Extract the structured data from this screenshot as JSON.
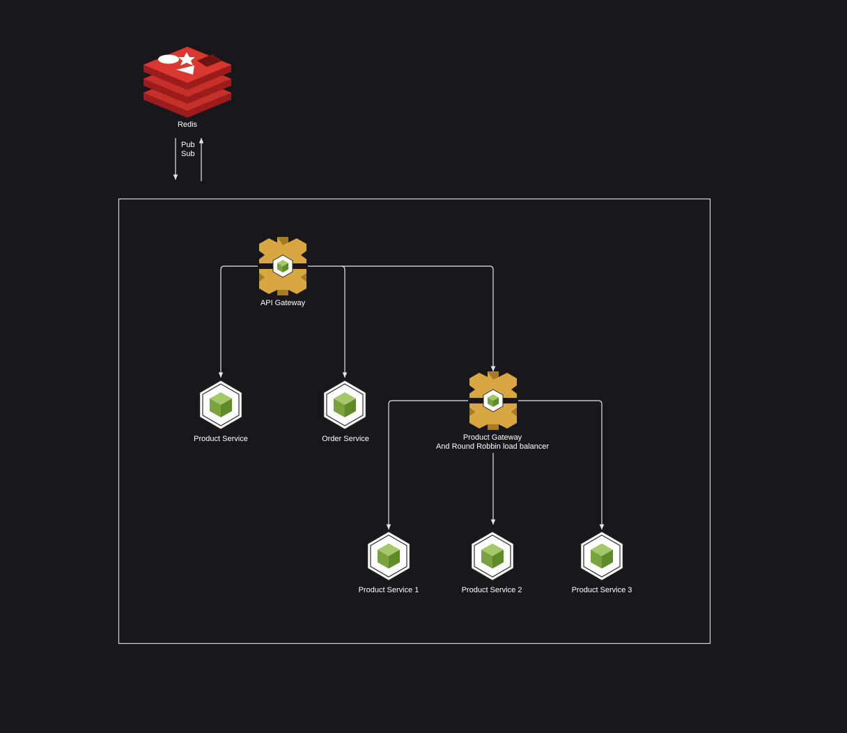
{
  "colors": {
    "background": "#18171c",
    "edge": "#e6e6e6",
    "redis_red": "#c6302b",
    "gateway_gold": "#d9a741",
    "node_green": "#7aa33e"
  },
  "redis": {
    "label": "Redis",
    "icon": "redis-logo-icon"
  },
  "pubsub": {
    "line1": "Pub",
    "line2": "Sub"
  },
  "api_gateway": {
    "label": "API Gateway",
    "icon": "api-gateway-icon"
  },
  "services": {
    "product": {
      "label": "Product Service",
      "icon": "node-service-icon"
    },
    "order": {
      "label": "Order Service",
      "icon": "node-service-icon"
    }
  },
  "product_gateway": {
    "line1": "Product Gateway",
    "line2": "And Round Robbin load balancer",
    "icon": "api-gateway-icon"
  },
  "replicas": [
    {
      "label": "Product Service 1",
      "icon": "node-service-icon"
    },
    {
      "label": "Product Service 2",
      "icon": "node-service-icon"
    },
    {
      "label": "Product Service 3",
      "icon": "node-service-icon"
    }
  ]
}
